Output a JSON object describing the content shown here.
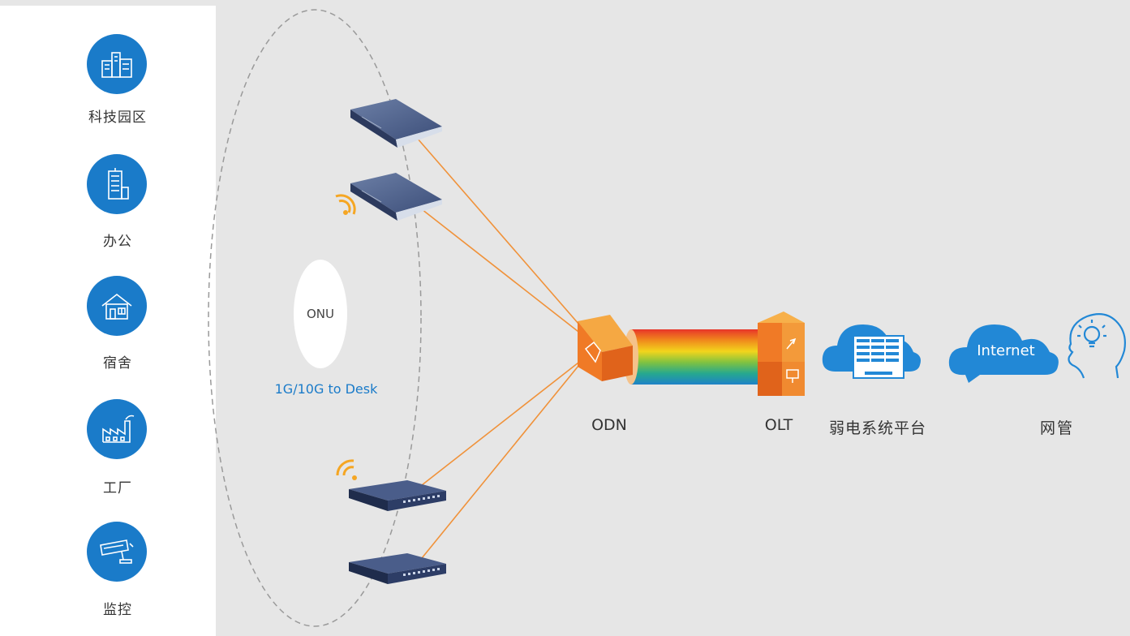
{
  "sidebar": {
    "items": [
      {
        "label": "科技园区",
        "icon": "tech-park-building-icon"
      },
      {
        "label": "办公",
        "icon": "office-tower-icon"
      },
      {
        "label": "宿舍",
        "icon": "dormitory-house-icon"
      },
      {
        "label": "工厂",
        "icon": "factory-icon"
      },
      {
        "label": "监控",
        "icon": "surveillance-camera-icon"
      }
    ]
  },
  "onu": {
    "label": "ONU",
    "subtitle": "1G/10G to Desk"
  },
  "nodes": {
    "odn": "ODN",
    "olt": "OLT",
    "platform": "弱电系统平台",
    "internet": "Internet",
    "nms": "网管"
  },
  "colors": {
    "accent_blue": "#1a7bc9",
    "fiber_orange": "#f0923a",
    "device_orange": "#f07a26",
    "cloud_blue": "#2288d6"
  }
}
